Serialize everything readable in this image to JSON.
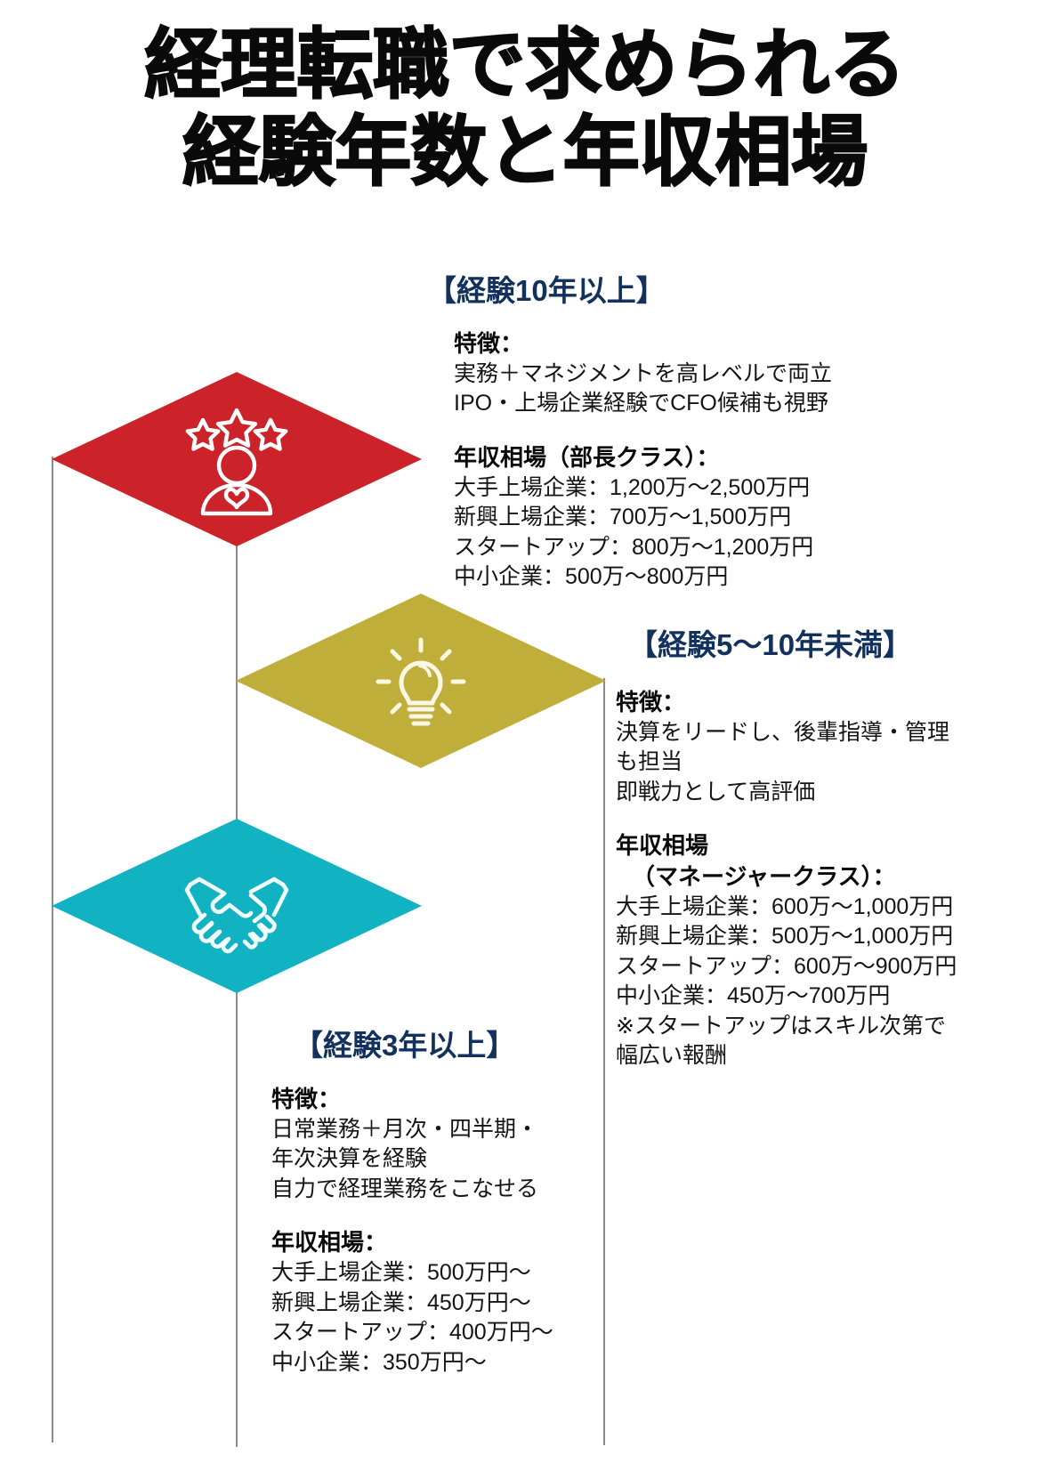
{
  "title": {
    "line1": "経理転職で求められる",
    "line2": "経験年数と年収相場"
  },
  "colors": {
    "tier_10y": "#cc2229",
    "tier_5y": "#bfae3a",
    "tier_3y": "#11b2c2",
    "heading": "#12315c",
    "line": "#8a8a90",
    "icon": "#ffffff",
    "body_text": "#141414"
  },
  "tiers": [
    {
      "id": "tier-10y",
      "heading": "【経験10年以上】",
      "icon": "person-three-stars-heart-icon",
      "color": "#cc2229",
      "features_label": "特徴：",
      "features": [
        "実務＋マネジメントを高レベルで両立",
        "IPO・上場企業経験でCFO候補も視野"
      ],
      "salary_label": "年収相場（部長クラス）：",
      "salary_label_cont": "",
      "salaries": [
        "大手上場企業：1,200万〜2,500万円",
        "新興上場企業：700万〜1,500万円",
        "スタートアップ：800万〜1,200万円",
        "中小企業：500万〜800万円"
      ],
      "note": ""
    },
    {
      "id": "tier-5y",
      "heading": "【経験5〜10年未満】",
      "icon": "lightbulb-icon",
      "color": "#bfae3a",
      "features_label": "特徴：",
      "features": [
        "決算をリードし、後輩指導・管理",
        "も担当",
        "即戦力として高評価"
      ],
      "salary_label": "年収相場",
      "salary_label_cont": "（マネージャークラス）：",
      "salaries": [
        "大手上場企業：600万〜1,000万円",
        "新興上場企業：500万〜1,000万円",
        "スタートアップ：600万〜900万円",
        "中小企業：450万〜700万円"
      ],
      "note_line1": "※スタートアップはスキル次第で",
      "note_line2": "幅広い報酬"
    },
    {
      "id": "tier-3y",
      "heading": "【経験3年以上】",
      "icon": "handshake-icon",
      "color": "#11b2c2",
      "features_label": "特徴：",
      "features": [
        "日常業務＋月次・四半期・",
        "年次決算を経験",
        "自力で経理業務をこなせる"
      ],
      "salary_label": "年収相場：",
      "salary_label_cont": "",
      "salaries": [
        "大手上場企業：500万円〜",
        "新興上場企業：450万円〜",
        "スタートアップ：400万円〜",
        "中小企業：350万円〜"
      ],
      "note": ""
    }
  ]
}
